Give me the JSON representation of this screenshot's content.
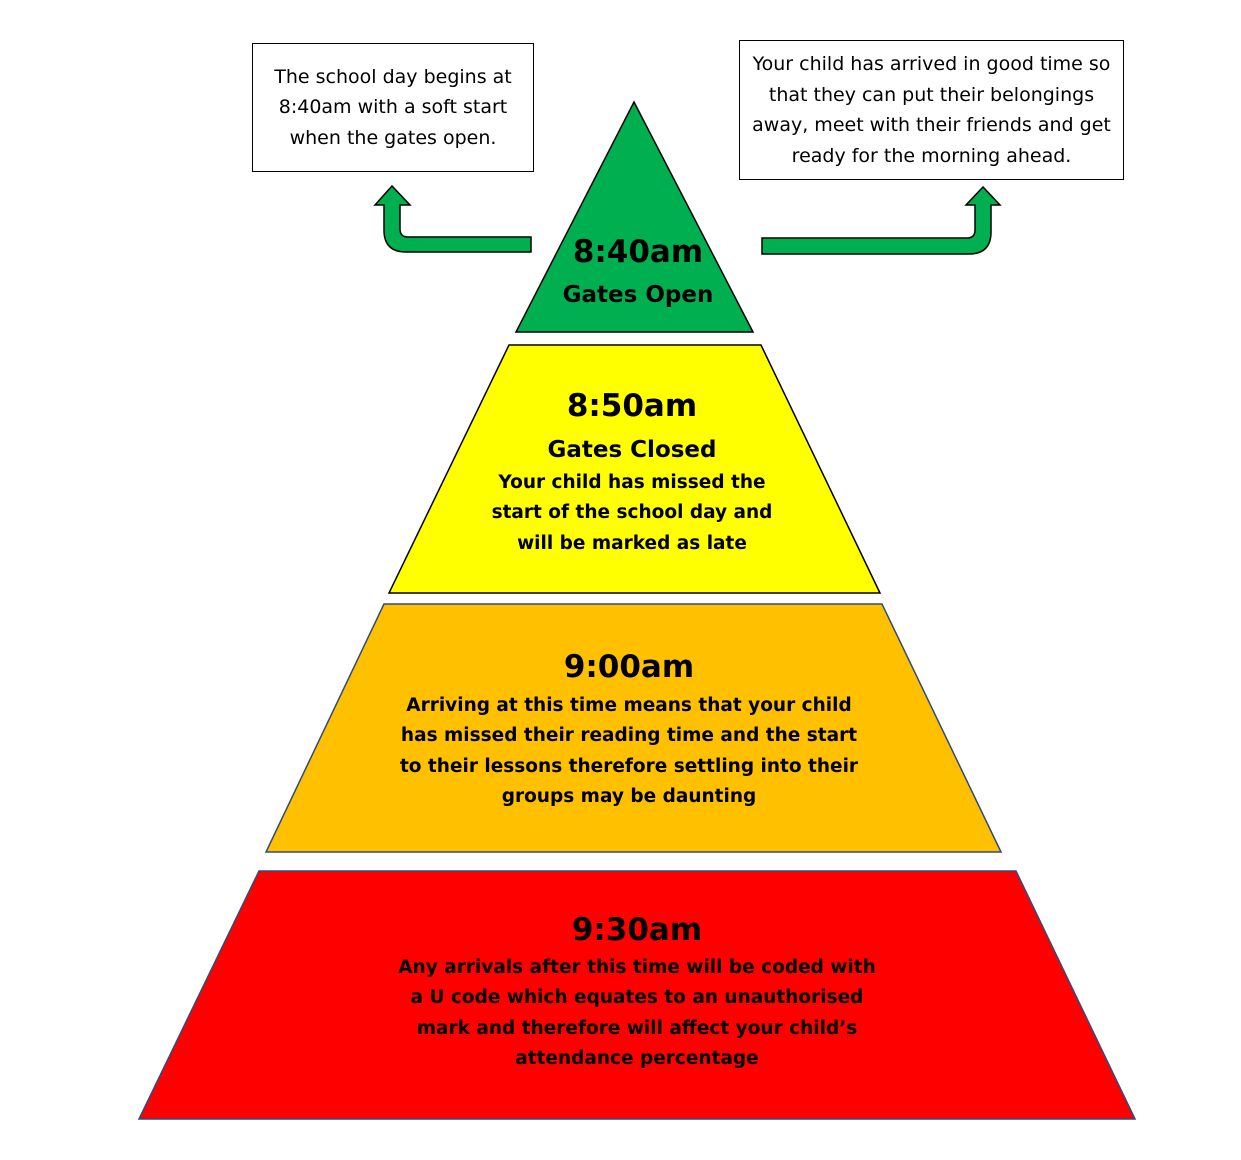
{
  "callouts": {
    "left": "The school day begins at 8:40am with a soft start when the gates open.",
    "right": "Your child has arrived in good time so that they can put their belongings away, meet with their friends and get ready for the morning ahead."
  },
  "tiers": [
    {
      "time": "8:40am",
      "subtitle": "Gates Open",
      "color": "#00B050"
    },
    {
      "time": "8:50am",
      "subtitle": "Gates Closed",
      "text": "Your child has missed the start of the school day and will be marked as late",
      "color": "#FFFF00"
    },
    {
      "time": "9:00am",
      "text": "Arriving at this time means that your child has missed their reading time and the start to their lessons therefore settling into their groups may be daunting",
      "color": "#FFC000"
    },
    {
      "time": "9:30am",
      "text": "Any arrivals after this time will be coded with a U code which equates to an unauthorised mark and therefore will affect your child’s attendance percentage",
      "color": "#FF0000"
    }
  ]
}
